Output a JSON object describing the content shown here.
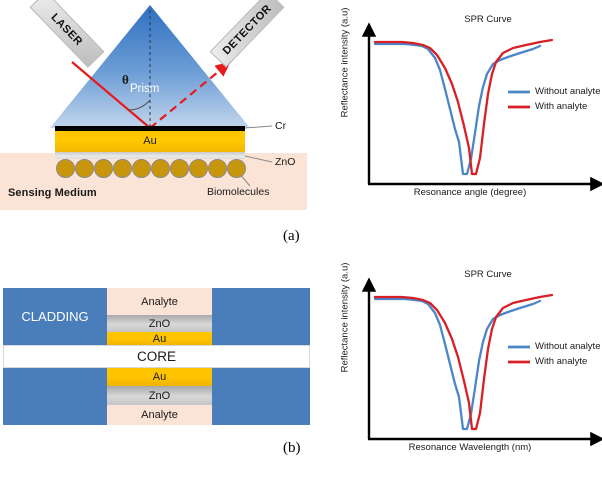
{
  "figure": {
    "caption_a": "(a)",
    "caption_b": "(b)"
  },
  "panel_a": {
    "laser_label": "LASER",
    "detector_label": "DETECTOR",
    "theta_symbol": "θ",
    "prism_label": "Prism",
    "cr_label": "Cr",
    "au_label": "Au",
    "zno_label": "ZnO",
    "biomolecules_label": "Biomolecules",
    "sensing_medium_label": "Sensing Medium",
    "colors": {
      "prism_top": "#2f6fc0",
      "prism_bottom": "#b9cfe8",
      "gold": "#ffc400",
      "chromium": "#000000",
      "zinc_oxide": "#d8d8d8",
      "sensing_medium": "#fbe3d5",
      "biomolecule": "#c8960c",
      "incident_beam": "#e8191c",
      "reflected_beam": "#e8191c"
    },
    "biomolecule_count": 10
  },
  "panel_b": {
    "cladding_label": "CLADDING",
    "core_label": "CORE",
    "top_stack": [
      "Analyte",
      "ZnO",
      "Au"
    ],
    "bottom_stack": [
      "Au",
      "ZnO",
      "Analyte"
    ],
    "colors": {
      "cladding": "#4a7ebb",
      "core": "#ffffff",
      "analyte": "#fbe3d5",
      "zno": "#c4c4c4",
      "au": "#ffc400"
    }
  },
  "chart_data": [
    {
      "id": "spr-angle",
      "type": "line",
      "title": "SPR Curve",
      "xlabel": "Resonance angle (degree)",
      "ylabel": "Reflectance intensity (a.u)",
      "xlim": [
        0,
        100
      ],
      "ylim": [
        0,
        1
      ],
      "grid": false,
      "legend_position": "right",
      "series": [
        {
          "name": "Without analyte",
          "color": "#4a86c8",
          "resonance_x": 46,
          "min_value": 0.03,
          "baseline": 0.92,
          "x": [
            0,
            6,
            12,
            18,
            22,
            26,
            30,
            33,
            36,
            39,
            42,
            44,
            46,
            48,
            50,
            52,
            54,
            56,
            58,
            62,
            66,
            72,
            80,
            90,
            100
          ],
          "y": [
            0.92,
            0.92,
            0.92,
            0.91,
            0.9,
            0.88,
            0.82,
            0.72,
            0.55,
            0.36,
            0.17,
            0.08,
            0.03,
            0.06,
            0.16,
            0.38,
            0.62,
            0.78,
            0.86,
            0.91,
            0.93,
            0.94,
            0.95,
            0.96,
            0.97
          ]
        },
        {
          "name": "With analyte",
          "color": "#d81f26",
          "resonance_x": 56,
          "min_value": 0.03,
          "baseline": 0.93,
          "x": [
            0,
            8,
            16,
            22,
            28,
            32,
            36,
            40,
            43,
            46,
            49,
            52,
            54,
            56,
            58,
            60,
            62,
            64,
            66,
            70,
            76,
            84,
            92,
            100
          ],
          "y": [
            0.93,
            0.93,
            0.93,
            0.92,
            0.91,
            0.89,
            0.84,
            0.74,
            0.6,
            0.42,
            0.24,
            0.1,
            0.05,
            0.03,
            0.07,
            0.22,
            0.48,
            0.7,
            0.82,
            0.9,
            0.93,
            0.95,
            0.96,
            0.98
          ]
        }
      ]
    },
    {
      "id": "spr-wavelength",
      "type": "line",
      "title": "SPR Curve",
      "xlabel": "Resonance Wavelength (nm)",
      "ylabel": "Reflectance intensity (a.u)",
      "xlim": [
        0,
        100
      ],
      "ylim": [
        0,
        1
      ],
      "grid": false,
      "legend_position": "right",
      "series": [
        {
          "name": "Without analyte",
          "color": "#4a86c8",
          "resonance_x": 46,
          "min_value": 0.03,
          "baseline": 0.92,
          "x": [
            0,
            6,
            12,
            18,
            22,
            26,
            30,
            33,
            36,
            39,
            42,
            44,
            46,
            48,
            50,
            52,
            54,
            56,
            58,
            62,
            66,
            72,
            80,
            90,
            100
          ],
          "y": [
            0.92,
            0.92,
            0.92,
            0.91,
            0.9,
            0.88,
            0.82,
            0.72,
            0.55,
            0.36,
            0.17,
            0.08,
            0.03,
            0.06,
            0.16,
            0.38,
            0.62,
            0.78,
            0.86,
            0.91,
            0.93,
            0.94,
            0.95,
            0.96,
            0.97
          ]
        },
        {
          "name": "With analyte",
          "color": "#d81f26",
          "resonance_x": 56,
          "min_value": 0.03,
          "baseline": 0.93,
          "x": [
            0,
            8,
            16,
            22,
            28,
            32,
            36,
            40,
            43,
            46,
            49,
            52,
            54,
            56,
            58,
            60,
            62,
            64,
            66,
            70,
            76,
            84,
            92,
            100
          ],
          "y": [
            0.93,
            0.93,
            0.93,
            0.92,
            0.91,
            0.89,
            0.84,
            0.74,
            0.6,
            0.42,
            0.24,
            0.1,
            0.05,
            0.03,
            0.07,
            0.22,
            0.48,
            0.7,
            0.82,
            0.9,
            0.93,
            0.95,
            0.96,
            0.98
          ]
        }
      ]
    }
  ]
}
